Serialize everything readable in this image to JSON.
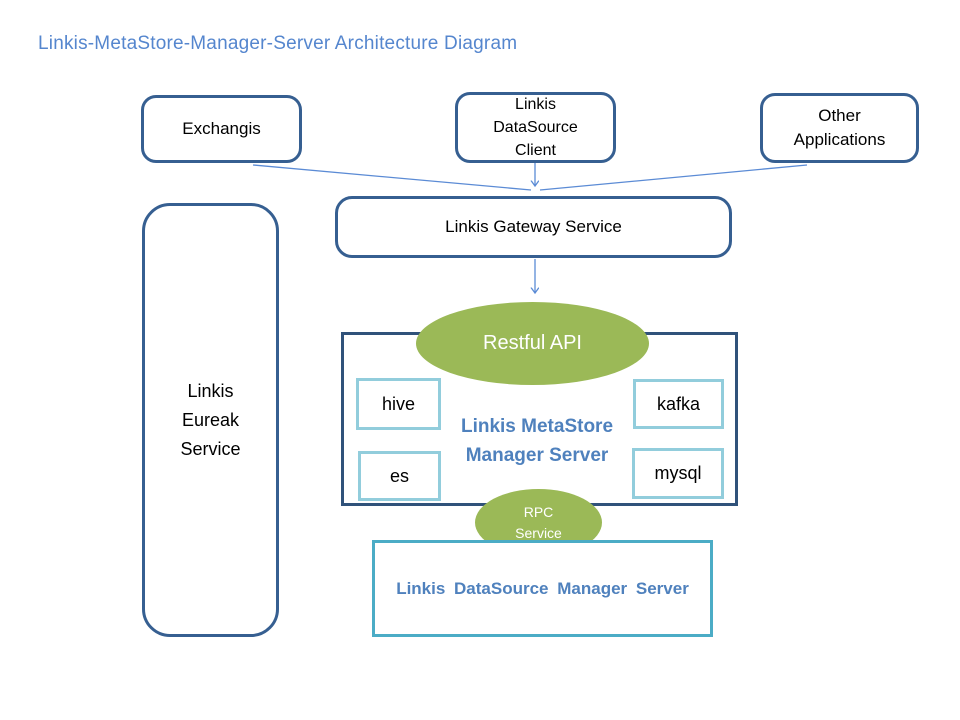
{
  "title": {
    "text": "Linkis-MetaStore-Manager-Server Architecture Diagram"
  },
  "colors": {
    "title_blue": "#5586CE",
    "box_border_blue": "#365F91",
    "metastore_border": "#30527A",
    "plugin_border": "#92CDDC",
    "teal_border": "#4BACC6",
    "green": "#9BB957",
    "accent_text_blue": "#4F81BD",
    "connector_blue": "#5B8BD5"
  },
  "nodes": {
    "exchangis": {
      "label": "Exchangis"
    },
    "datasource_client": {
      "lines": [
        "Linkis",
        "DataSource",
        "Client"
      ]
    },
    "other_applications": {
      "lines": [
        "Other",
        "Applications"
      ]
    },
    "gateway": {
      "label": "Linkis Gateway Service"
    },
    "eureka_service": {
      "lines": [
        "Linkis",
        "Eureak",
        "Service"
      ]
    },
    "restful_api": {
      "label": "Restful API"
    },
    "metastore_server": {
      "lines": [
        "Linkis MetaStore",
        "Manager Server"
      ]
    },
    "plugins": [
      "hive",
      "kafka",
      "es",
      "mysql"
    ],
    "rpc_service": {
      "lines": [
        "RPC",
        "Service"
      ]
    },
    "datasource_server": {
      "label": "Linkis DataSource Manager Server"
    }
  }
}
